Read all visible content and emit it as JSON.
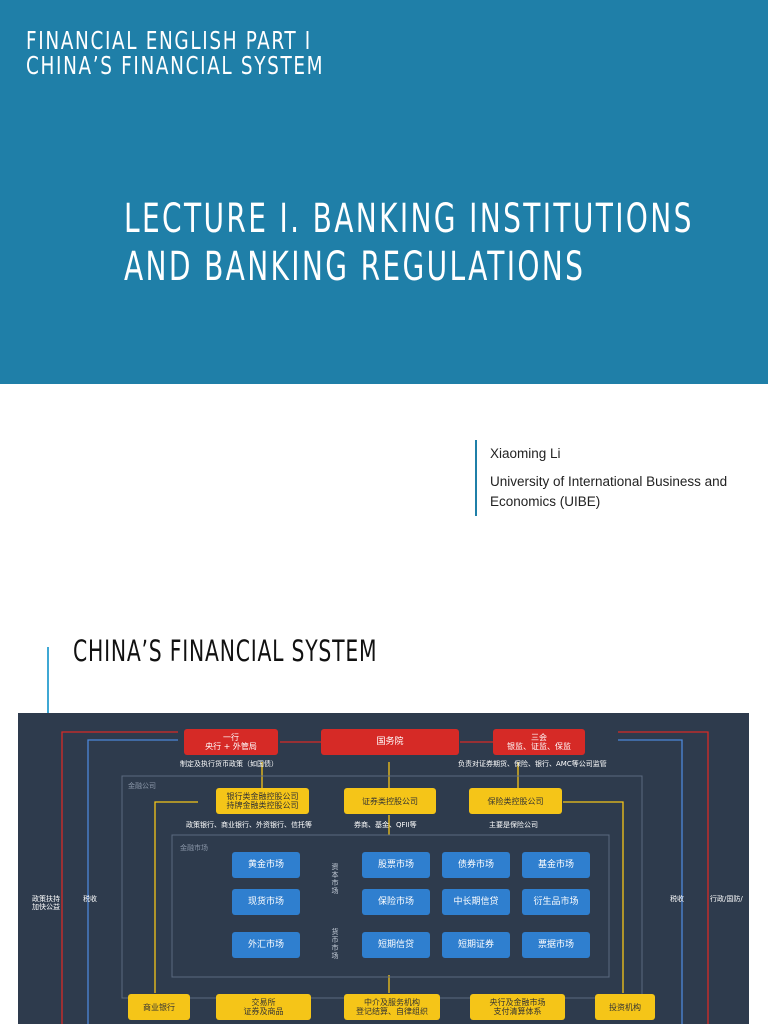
{
  "slide1": {
    "kicker_line1": "Financial English Part I",
    "kicker_line2": "China’s Financial System",
    "lecture_line1": "Lecture I. Banking Institutions",
    "lecture_line2": "and Banking Regulations",
    "author_name": "Xiaoming Li",
    "author_institution": "University of International Business and Economics (UIBE)"
  },
  "slide2": {
    "title": "China’s Financial System",
    "diagram": {
      "top": {
        "left": "一行\n央行 + 外管局",
        "center": "国务院",
        "right": "三会\n银监、证监、保监"
      },
      "top_notes": {
        "left": "制定及执行货币政策（如国债）",
        "right": "负责对证券期货、保险、银行、AMC等公司监管"
      },
      "holding_label": "金融公司",
      "holding": [
        "银行类金融控股公司\n持牌金融类控股公司",
        "证券类控股公司",
        "保险类控股公司"
      ],
      "holding_notes": [
        "政策银行、商业银行、外资银行、信托等",
        "券商、基金、QFII等",
        "主要是保险公司"
      ],
      "market_label": "金融市场",
      "capital_label": "资\n本\n市\n场",
      "money_label": "货\n币\n市\n场",
      "left_markets": [
        "黄金市场",
        "现货市场",
        "外汇市场"
      ],
      "capital_markets": [
        "股票市场",
        "债券市场",
        "基金市场",
        "保险市场",
        "中长期信贷",
        "衍生品市场"
      ],
      "money_markets": [
        "短期信贷",
        "短期证券",
        "票据市场"
      ],
      "side_left": [
        "政策扶持\n加快公益",
        "税收"
      ],
      "side_right": [
        "税收",
        "行政/国防/"
      ],
      "bottom": [
        "商业银行",
        "交易所\n证券及商品",
        "中介及服务机构\n登记结算、自律组织",
        "央行及金融市场\n支付清算体系",
        "投资机构"
      ]
    }
  }
}
